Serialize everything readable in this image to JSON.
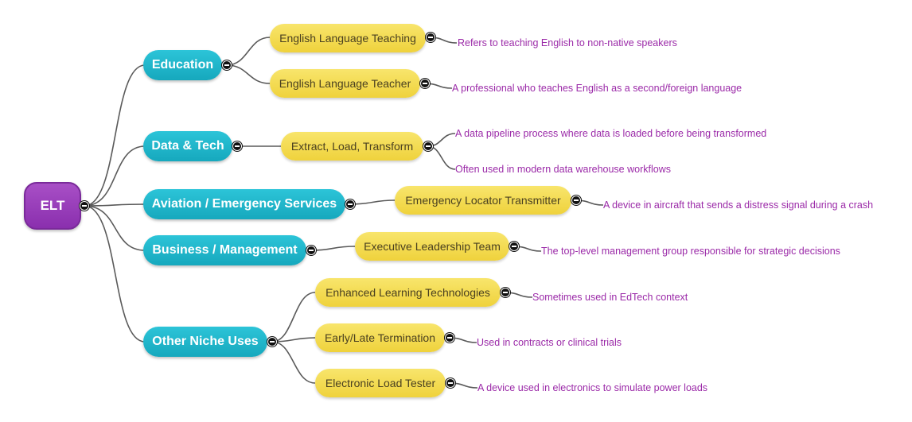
{
  "root": {
    "label": "ELT"
  },
  "branches": [
    {
      "label": "Education"
    },
    {
      "label": "Data & Tech"
    },
    {
      "label": "Aviation / Emergency Services"
    },
    {
      "label": "Business / Management"
    },
    {
      "label": "Other Niche Uses"
    }
  ],
  "topics": [
    {
      "label": "English Language Teaching"
    },
    {
      "label": "English Language Teacher"
    },
    {
      "label": "Extract, Load, Transform"
    },
    {
      "label": "Emergency Locator Transmitter"
    },
    {
      "label": "Executive Leadership Team"
    },
    {
      "label": "Enhanced Learning Technologies"
    },
    {
      "label": "Early/Late Termination"
    },
    {
      "label": "Electronic Load Tester"
    }
  ],
  "descriptions": [
    {
      "text": "Refers to teaching English to non-native speakers"
    },
    {
      "text": "A professional who teaches English as a second/foreign language"
    },
    {
      "text": "A data pipeline process where data is loaded before being transformed"
    },
    {
      "text": "Often used in modern data warehouse workflows"
    },
    {
      "text": "A device in aircraft that sends a distress signal during a crash"
    },
    {
      "text": "The top-level management group responsible for strategic decisions"
    },
    {
      "text": "Sometimes used in EdTech context"
    },
    {
      "text": "Used in contracts or clinical trials"
    },
    {
      "text": "A device used in electronics to simulate power loads"
    }
  ],
  "colors": {
    "root": "#9a3fbe",
    "branch": "#1fb6cc",
    "topic": "#f3da4c",
    "description_text": "#9b2aa8",
    "connector": "#5a5a5a"
  },
  "icons": {
    "collapse_toggle": "minus-circle-icon"
  }
}
